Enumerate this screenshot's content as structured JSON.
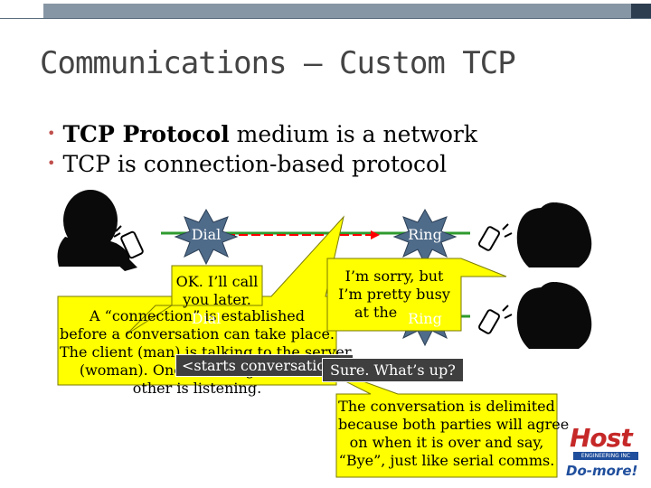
{
  "title": "Communications – Custom TCP",
  "bullets": [
    {
      "bold": "TCP Protocol",
      "rest": " medium is a network"
    },
    {
      "bold": "",
      "rest": "TCP is connection-based protocol"
    }
  ],
  "labels": {
    "dial_top": "Dial",
    "ring_top": "Ring",
    "dial_mid": "Dial",
    "ring_mid": "Ring"
  },
  "callouts": {
    "ok_call_line1": "OK. I’ll call",
    "ok_call_line2": "you later.",
    "sorry_line1": "I’m sorry, but",
    "sorry_line2": "I’m pretty busy",
    "sorry_line3": "at the",
    "connection_line1": "A “connection” is established",
    "connection_line2": "before a conversation can take place.",
    "connection_line3": "The client (man) is talking to the server",
    "connection_line4": "(woman). One is talking and the",
    "connection_line5": "other is listening.",
    "starts_conversation": "<starts conversation>",
    "sure": "Sure. What’s up?",
    "delimited_line1": "The conversation is delimited",
    "delimited_line2": "because both parties will agree",
    "delimited_line3": "on when it is over and say,",
    "delimited_line4": "“Bye”, just like serial comms."
  },
  "logo": {
    "brand": "Host",
    "tagline": "ENGINEERING INC",
    "product": "Do-more!"
  },
  "colors": {
    "callout_fill": "#ffff00",
    "star_fill": "#4f6b8a",
    "link_green": "#2e9b2e",
    "arrow_red": "#ff0000",
    "accent_bullet": "#c0504d"
  }
}
